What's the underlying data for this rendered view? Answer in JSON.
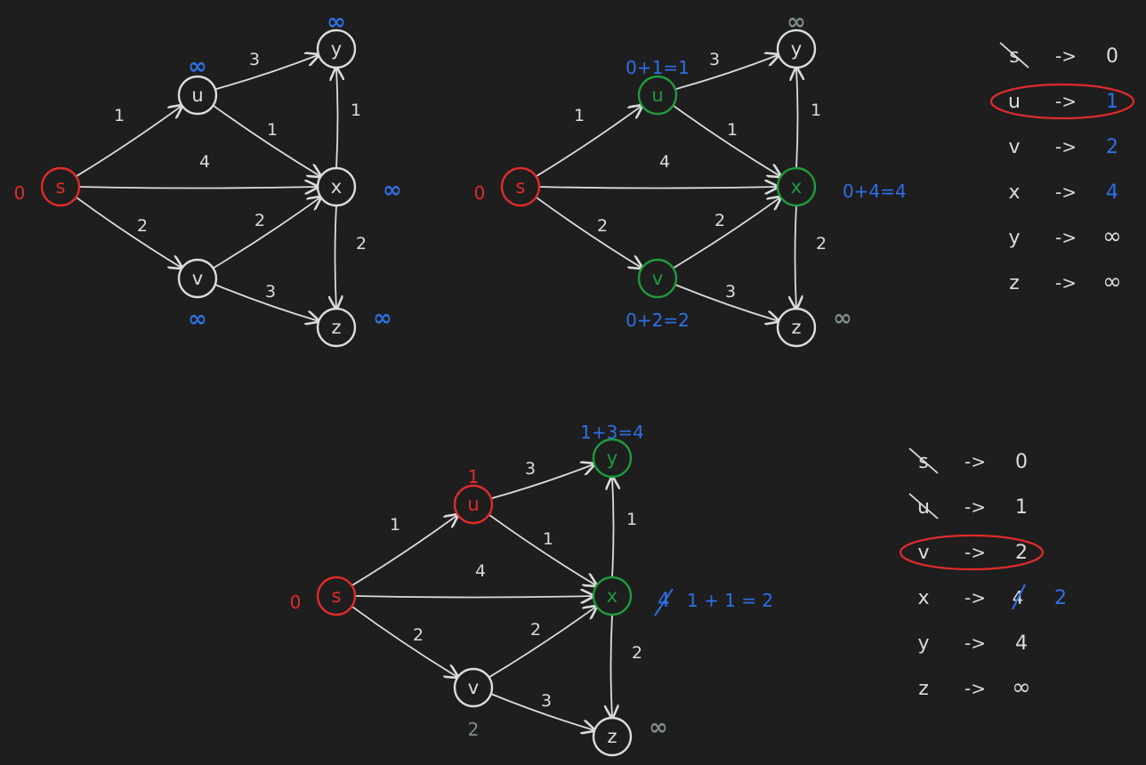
{
  "colors": {
    "background": "#1e1e1e",
    "ink": "#dcdcdc",
    "red": "#e02b2b",
    "green": "#1f9a3c",
    "blue": "#2f6fe6",
    "gray": "#7f8c8d"
  },
  "graphs": [
    {
      "id": "g1",
      "nodes": [
        {
          "id": "s",
          "label": "s",
          "state": "red"
        },
        {
          "id": "u",
          "label": "u",
          "state": "plain"
        },
        {
          "id": "v",
          "label": "v",
          "state": "plain"
        },
        {
          "id": "x",
          "label": "x",
          "state": "plain"
        },
        {
          "id": "y",
          "label": "y",
          "state": "plain"
        },
        {
          "id": "z",
          "label": "z",
          "state": "plain"
        }
      ],
      "edges": [
        {
          "from": "s",
          "to": "u",
          "weight": "1"
        },
        {
          "from": "s",
          "to": "x",
          "weight": "4"
        },
        {
          "from": "s",
          "to": "v",
          "weight": "2"
        },
        {
          "from": "u",
          "to": "y",
          "weight": "3"
        },
        {
          "from": "u",
          "to": "x",
          "weight": "1"
        },
        {
          "from": "v",
          "to": "x",
          "weight": "2"
        },
        {
          "from": "v",
          "to": "z",
          "weight": "3"
        },
        {
          "from": "x",
          "to": "y",
          "weight": "1"
        },
        {
          "from": "x",
          "to": "z",
          "weight": "2"
        }
      ],
      "distances": {
        "s": "0",
        "u": "∞",
        "v": "∞",
        "x": "∞",
        "y": "∞",
        "z": "∞"
      },
      "distance_colors": {
        "s": "red",
        "u": "blue",
        "v": "blue",
        "x": "blue",
        "y": "blue",
        "z": "blue"
      }
    },
    {
      "id": "g2",
      "nodes": [
        {
          "id": "s",
          "label": "s",
          "state": "red"
        },
        {
          "id": "u",
          "label": "u",
          "state": "green"
        },
        {
          "id": "v",
          "label": "v",
          "state": "green"
        },
        {
          "id": "x",
          "label": "x",
          "state": "green"
        },
        {
          "id": "y",
          "label": "y",
          "state": "plain"
        },
        {
          "id": "z",
          "label": "z",
          "state": "plain"
        }
      ],
      "edges": [
        {
          "from": "s",
          "to": "u",
          "weight": "1"
        },
        {
          "from": "s",
          "to": "x",
          "weight": "4"
        },
        {
          "from": "s",
          "to": "v",
          "weight": "2"
        },
        {
          "from": "u",
          "to": "y",
          "weight": "3"
        },
        {
          "from": "u",
          "to": "x",
          "weight": "1"
        },
        {
          "from": "v",
          "to": "x",
          "weight": "2"
        },
        {
          "from": "v",
          "to": "z",
          "weight": "3"
        },
        {
          "from": "x",
          "to": "y",
          "weight": "1"
        },
        {
          "from": "x",
          "to": "z",
          "weight": "2"
        }
      ],
      "distances": {
        "s": "0",
        "u": "0+1=1",
        "v": "0+2=2",
        "x": "0+4=4",
        "y": "∞",
        "z": "∞"
      },
      "distance_colors": {
        "s": "red",
        "u": "blue",
        "v": "blue",
        "x": "blue",
        "y": "gray",
        "z": "gray"
      }
    },
    {
      "id": "g3",
      "nodes": [
        {
          "id": "s",
          "label": "s",
          "state": "red"
        },
        {
          "id": "u",
          "label": "u",
          "state": "red"
        },
        {
          "id": "v",
          "label": "v",
          "state": "plain"
        },
        {
          "id": "x",
          "label": "x",
          "state": "green"
        },
        {
          "id": "y",
          "label": "y",
          "state": "green"
        },
        {
          "id": "z",
          "label": "z",
          "state": "plain"
        }
      ],
      "edges": [
        {
          "from": "s",
          "to": "u",
          "weight": "1"
        },
        {
          "from": "s",
          "to": "x",
          "weight": "4"
        },
        {
          "from": "s",
          "to": "v",
          "weight": "2"
        },
        {
          "from": "u",
          "to": "y",
          "weight": "3"
        },
        {
          "from": "u",
          "to": "x",
          "weight": "1"
        },
        {
          "from": "v",
          "to": "x",
          "weight": "2"
        },
        {
          "from": "v",
          "to": "z",
          "weight": "3"
        },
        {
          "from": "x",
          "to": "y",
          "weight": "1"
        },
        {
          "from": "x",
          "to": "z",
          "weight": "2"
        }
      ],
      "distances": {
        "s": "0",
        "u": "1",
        "v": "2",
        "x": "1 + 1 = 2",
        "x_struck": "4",
        "y": "1+3=4",
        "z": "∞"
      },
      "distance_colors": {
        "s": "red",
        "u": "red",
        "v": "gray",
        "x": "blue",
        "y": "blue",
        "z": "gray"
      }
    }
  ],
  "tables": [
    {
      "id": "t1",
      "rows": [
        {
          "node": "s",
          "value": "0",
          "node_struck": true,
          "value_color": "ink",
          "circled": false
        },
        {
          "node": "u",
          "value": "1",
          "node_struck": false,
          "value_color": "blue",
          "circled": true
        },
        {
          "node": "v",
          "value": "2",
          "node_struck": false,
          "value_color": "blue",
          "circled": false
        },
        {
          "node": "x",
          "value": "4",
          "node_struck": false,
          "value_color": "blue",
          "circled": false
        },
        {
          "node": "y",
          "value": "∞",
          "node_struck": false,
          "value_color": "ink",
          "circled": false
        },
        {
          "node": "z",
          "value": "∞",
          "node_struck": false,
          "value_color": "ink",
          "circled": false
        }
      ],
      "arrow": "->"
    },
    {
      "id": "t2",
      "rows": [
        {
          "node": "s",
          "value": "0",
          "node_struck": true,
          "value_color": "ink",
          "circled": false
        },
        {
          "node": "u",
          "value": "1",
          "node_struck": true,
          "value_color": "ink",
          "circled": false
        },
        {
          "node": "v",
          "value": "2",
          "node_struck": false,
          "value_color": "ink",
          "circled": true
        },
        {
          "node": "x",
          "value": "2",
          "old_value": "4",
          "node_struck": false,
          "value_color": "blue",
          "circled": false
        },
        {
          "node": "y",
          "value": "4",
          "node_struck": false,
          "value_color": "ink",
          "circled": false
        },
        {
          "node": "z",
          "value": "∞",
          "node_struck": false,
          "value_color": "ink",
          "circled": false
        }
      ],
      "arrow": "->"
    }
  ]
}
